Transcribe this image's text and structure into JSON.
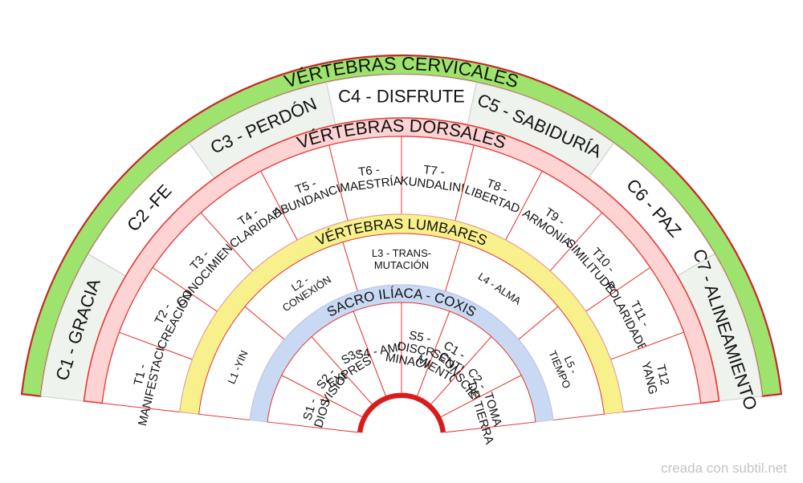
{
  "colors": {
    "cervical_band": "#9ee36e",
    "dorsal_band": "#fdd3d3",
    "lumbar_band": "#f8f08a",
    "sacral_band": "#c9d9f4",
    "cell_alt": "#eef3ee",
    "cell_white": "#ffffff",
    "cervical_edge": "#c62828",
    "dorsal_edge": "#e53935",
    "center_arc": "#d81b1b"
  },
  "rings": {
    "cervical": {
      "title": "VÉRTEBRAS CERVICALES",
      "items": [
        [
          "C1 - GRACIA"
        ],
        [
          "C2 -FE"
        ],
        [
          "C3 - PERDÓN"
        ],
        [
          "C4 - DISFRUTE"
        ],
        [
          "C5 - SABIDURÍA"
        ],
        [
          "C6 - PAZ"
        ],
        [
          "C7 - ALINEAMIENTO"
        ]
      ]
    },
    "dorsal": {
      "title": "VÉRTEBRAS DORSALES",
      "items": [
        [
          "T1 -",
          "MANIFESTACIÓN"
        ],
        [
          "T2 -",
          "CREACIÓN"
        ],
        [
          "T3 -",
          "CONOCIMIENTO"
        ],
        [
          "T4 -",
          "CLARIDAD"
        ],
        [
          "T5 -",
          "ABUNDANCIA"
        ],
        [
          "T6 -",
          "MAESTRÍA"
        ],
        [
          "T7 -",
          "KUNDALINI"
        ],
        [
          "T8 -",
          "LIBERTAD"
        ],
        [
          "T9 -",
          "ARMONÍA"
        ],
        [
          "T10 -",
          "SIMILITUDES"
        ],
        [
          "T11 -",
          "POLARIDADES"
        ],
        [
          "T12",
          "YANG"
        ]
      ]
    },
    "lumbar": {
      "title": "VÉRTEBRAS LUMBARES",
      "items": [
        [
          "L1 -YIN"
        ],
        [
          "L2 -",
          "CONEXIÓN"
        ],
        [
          "L3 - TRANS-",
          "MUTACIÓN"
        ],
        [
          "L4 - ALMA"
        ],
        [
          "L5 -",
          "TIEMPO"
        ]
      ]
    },
    "sacral": {
      "title": "SACRO ILÍACA - COXIS",
      "items": [
        [
          "S1 -",
          "DIOS"
        ],
        [
          "S2 -",
          "VISIÓN"
        ],
        [
          "S3 -",
          "EXPRESIÓN"
        ],
        [
          "S4 - AMOR"
        ],
        [
          "S5 -",
          "DISCRI",
          "MINACIÓN"
        ],
        [
          "C1 -",
          "SENTI",
          "MIENTOS"
        ],
        [
          "C2 -",
          "CONSCIENCIA"
        ],
        [
          "TOMA",
          "DE TIERRA"
        ]
      ]
    }
  },
  "credit": "creada con subtil.net"
}
